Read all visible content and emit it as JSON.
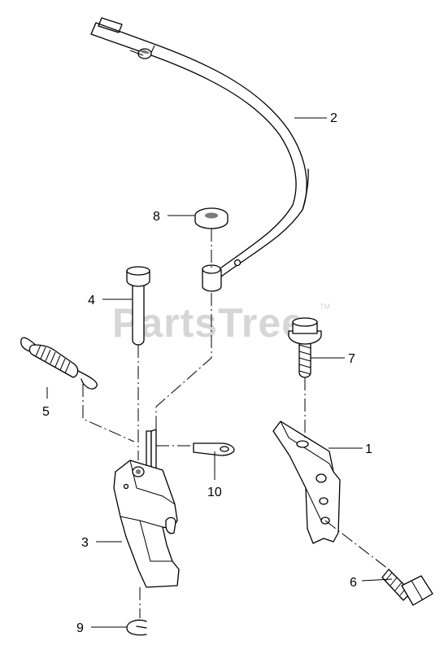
{
  "watermark": {
    "text": "PartsTree",
    "tm": "TM"
  },
  "callouts": [
    {
      "id": "1",
      "label": "1"
    },
    {
      "id": "2",
      "label": "2"
    },
    {
      "id": "3",
      "label": "3"
    },
    {
      "id": "4",
      "label": "4"
    },
    {
      "id": "5",
      "label": "5"
    },
    {
      "id": "6",
      "label": "6"
    },
    {
      "id": "7",
      "label": "7"
    },
    {
      "id": "8",
      "label": "8"
    },
    {
      "id": "9",
      "label": "9"
    },
    {
      "id": "10",
      "label": "10"
    }
  ]
}
